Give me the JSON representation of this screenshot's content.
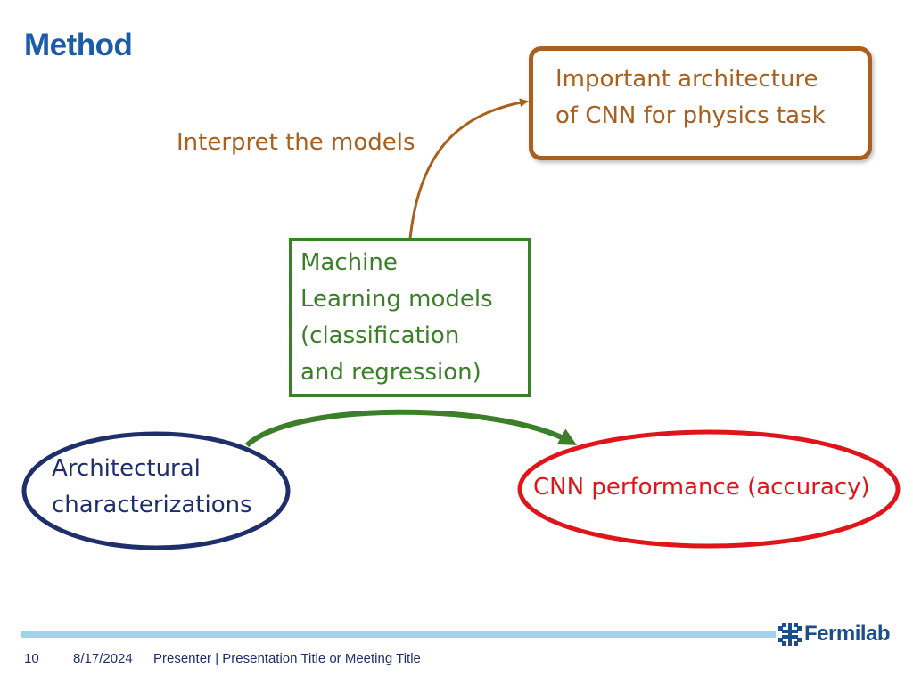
{
  "slide": {
    "title": "Method",
    "page_number": "10",
    "date": "8/17/2024",
    "presenter_line": "Presenter | Presentation Title or Meeting Title",
    "logo_text": "Fermilab"
  },
  "diagram": {
    "nodes": {
      "important_architecture": {
        "lines": [
          "Important architecture",
          "of CNN for physics task"
        ],
        "color": "#a9601f"
      },
      "ml_models": {
        "lines": [
          "Machine",
          "Learning models",
          "(classification",
          "and regression)"
        ],
        "color": "#3b7f2a"
      },
      "architectural_characterizations": {
        "lines": [
          "Architectural",
          "characterizations"
        ],
        "color": "#1e2f6b"
      },
      "cnn_performance": {
        "lines": [
          "CNN performance (accuracy)"
        ],
        "color": "#e0151b"
      }
    },
    "edges": {
      "interpret": {
        "label": "Interpret the models",
        "from": "ml_models",
        "to": "important_architecture",
        "color": "#a9601f"
      },
      "predict": {
        "from": "architectural_characterizations",
        "to": "cnn_performance",
        "color": "#3b7f2a"
      }
    }
  },
  "footer_rule_color": "#9fd3ea",
  "title_color": "#1a5ca8"
}
